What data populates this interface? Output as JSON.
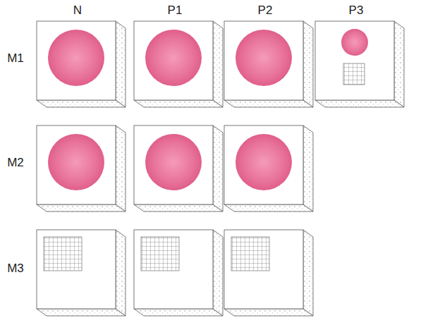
{
  "diagram": {
    "labels": [
      "N",
      "P1",
      "P2",
      "P3",
      "M1",
      "M2",
      "M3"
    ]
  }
}
